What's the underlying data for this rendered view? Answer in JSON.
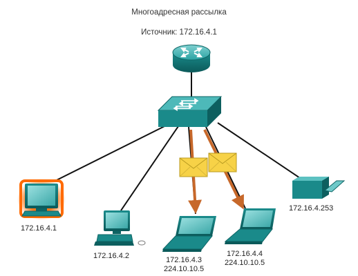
{
  "title": "Многоадресная рассылка",
  "subtitle": "Источник: 172.16.4.1",
  "colors": {
    "device_teal": "#1f9a9a",
    "device_dark": "#0e6464",
    "link": "#111111",
    "arrow": "#c7682a",
    "highlight": "#ff6a00",
    "envelope": "#f7d247"
  },
  "icons": [
    "router-icon",
    "switch-icon",
    "desktop-pc-icon",
    "laptop-icon",
    "printer-icon",
    "envelope-icon"
  ],
  "hosts": [
    {
      "id": "pc1",
      "lines": [
        "172.16.4.1"
      ]
    },
    {
      "id": "pc2",
      "lines": [
        "172.16.4.2"
      ]
    },
    {
      "id": "laptop1",
      "lines": [
        "172.16.4.3",
        "224.10.10.5"
      ]
    },
    {
      "id": "laptop2",
      "lines": [
        "172.16.4.4",
        "224.10.10.5"
      ]
    },
    {
      "id": "printer",
      "lines": [
        "172.16.4.253"
      ]
    }
  ]
}
